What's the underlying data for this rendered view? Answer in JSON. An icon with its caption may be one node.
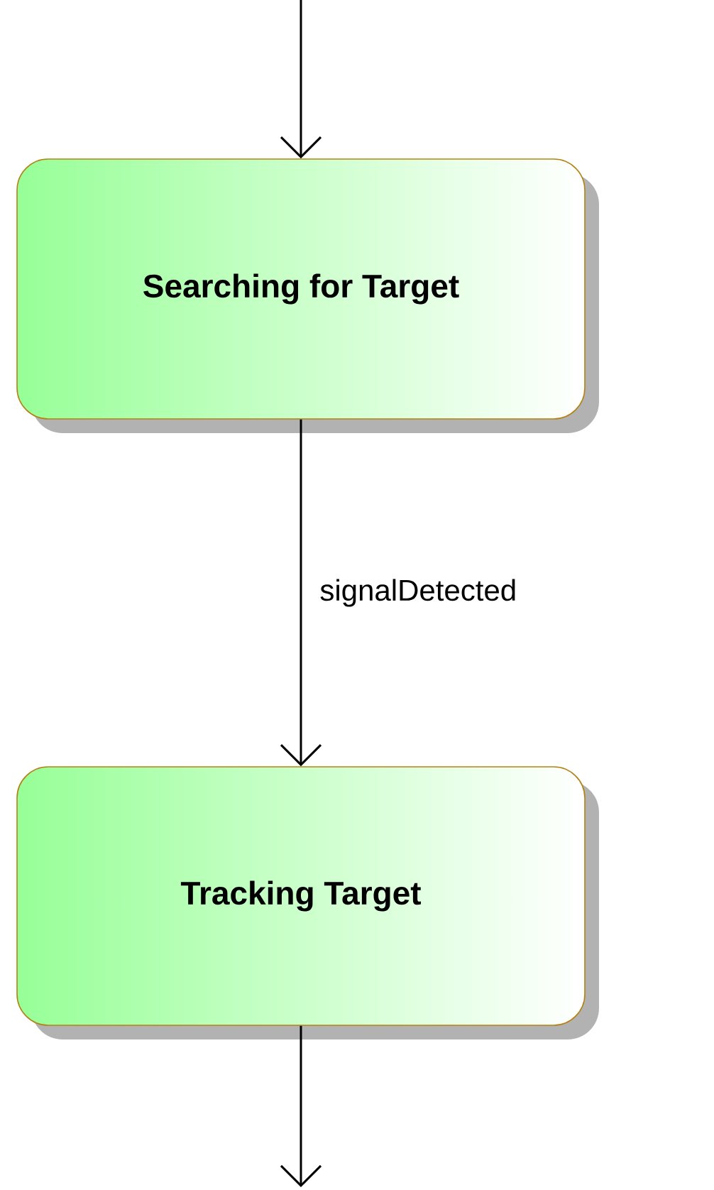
{
  "diagram": {
    "nodes": [
      {
        "text": [
          "Searching for Target"
        ]
      },
      {
        "text": [
          "Tracking Target"
        ]
      }
    ],
    "edges": [
      {
        "from": null,
        "to": 0,
        "arrow": "to"
      },
      {
        "from": 0,
        "to": 1,
        "arrow": "to",
        "label": "signalDetected"
      },
      {
        "from": 1,
        "to": null,
        "arrow": "to"
      }
    ]
  }
}
